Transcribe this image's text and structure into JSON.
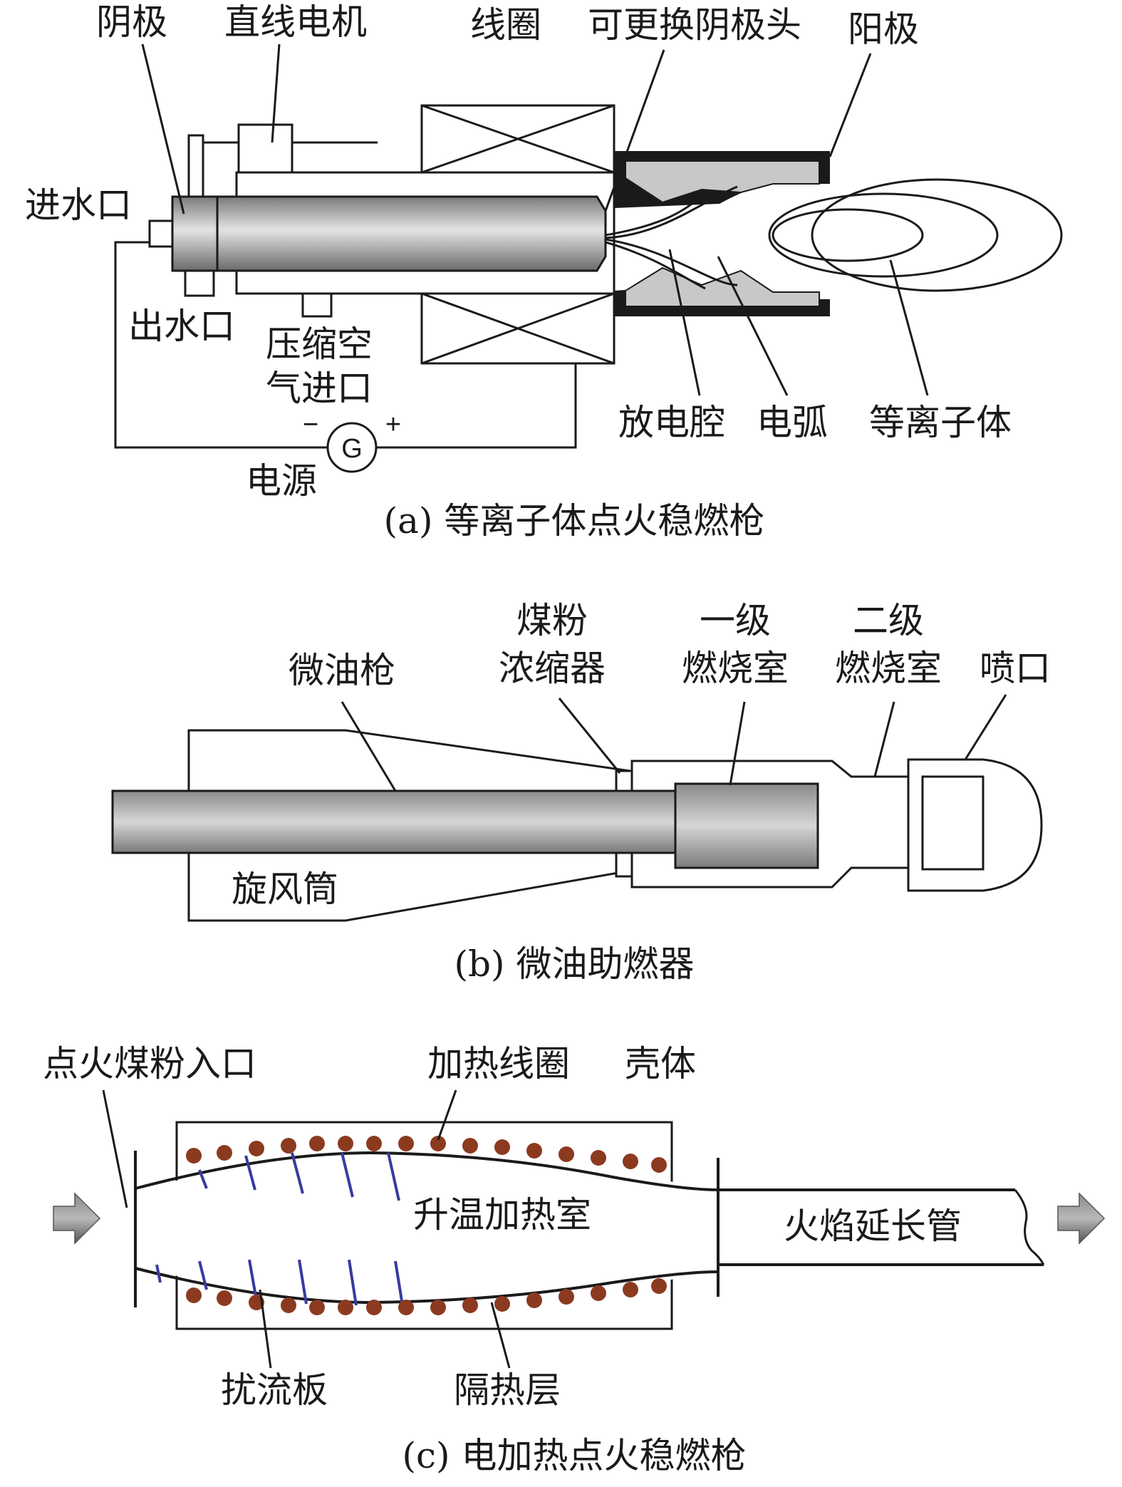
{
  "panel_a": {
    "caption": "(a) 等离子体点火稳燃枪",
    "labels": {
      "cathode": "阴极",
      "linear_motor": "直线电机",
      "coil": "线圈",
      "replaceable_cathode_head": "可更换阴极头",
      "anode": "阳极",
      "water_inlet": "进水口",
      "water_outlet": "出水口",
      "compressed_air_line1": "压缩空",
      "compressed_air_line2": "气进口",
      "discharge_chamber": "放电腔",
      "arc": "电弧",
      "plasma": "等离子体",
      "power_supply": "电源",
      "generator_symbol": "G",
      "minus": "−",
      "plus": "+"
    }
  },
  "panel_b": {
    "caption": "(b) 微油助燃器",
    "labels": {
      "micro_oil_gun": "微油枪",
      "concentrator_line1": "煤粉",
      "concentrator_line2": "浓缩器",
      "stage1_line1": "一级",
      "stage1_line2": "燃烧室",
      "stage2_line1": "二级",
      "stage2_line2": "燃烧室",
      "nozzle": "喷口",
      "swirl_tube": "旋风筒"
    }
  },
  "panel_c": {
    "caption": "(c) 电加热点火稳燃枪",
    "labels": {
      "inlet": "点火煤粉入口",
      "heating_coil": "加热线圈",
      "shell": "壳体",
      "heating_chamber": "升温加热室",
      "flame_tube": "火焰延长管",
      "baffle": "扰流板",
      "insulation": "隔热层"
    }
  },
  "colors": {
    "line": "#1a1a1a",
    "steel_light": "#e2e2e2",
    "steel_dark": "#7a7a7a",
    "chamber_fill": "#c8c8c8",
    "coil_dot": "#8b3a1f",
    "baffle": "#3a3aa0",
    "arrow": "#6e6e6e"
  }
}
